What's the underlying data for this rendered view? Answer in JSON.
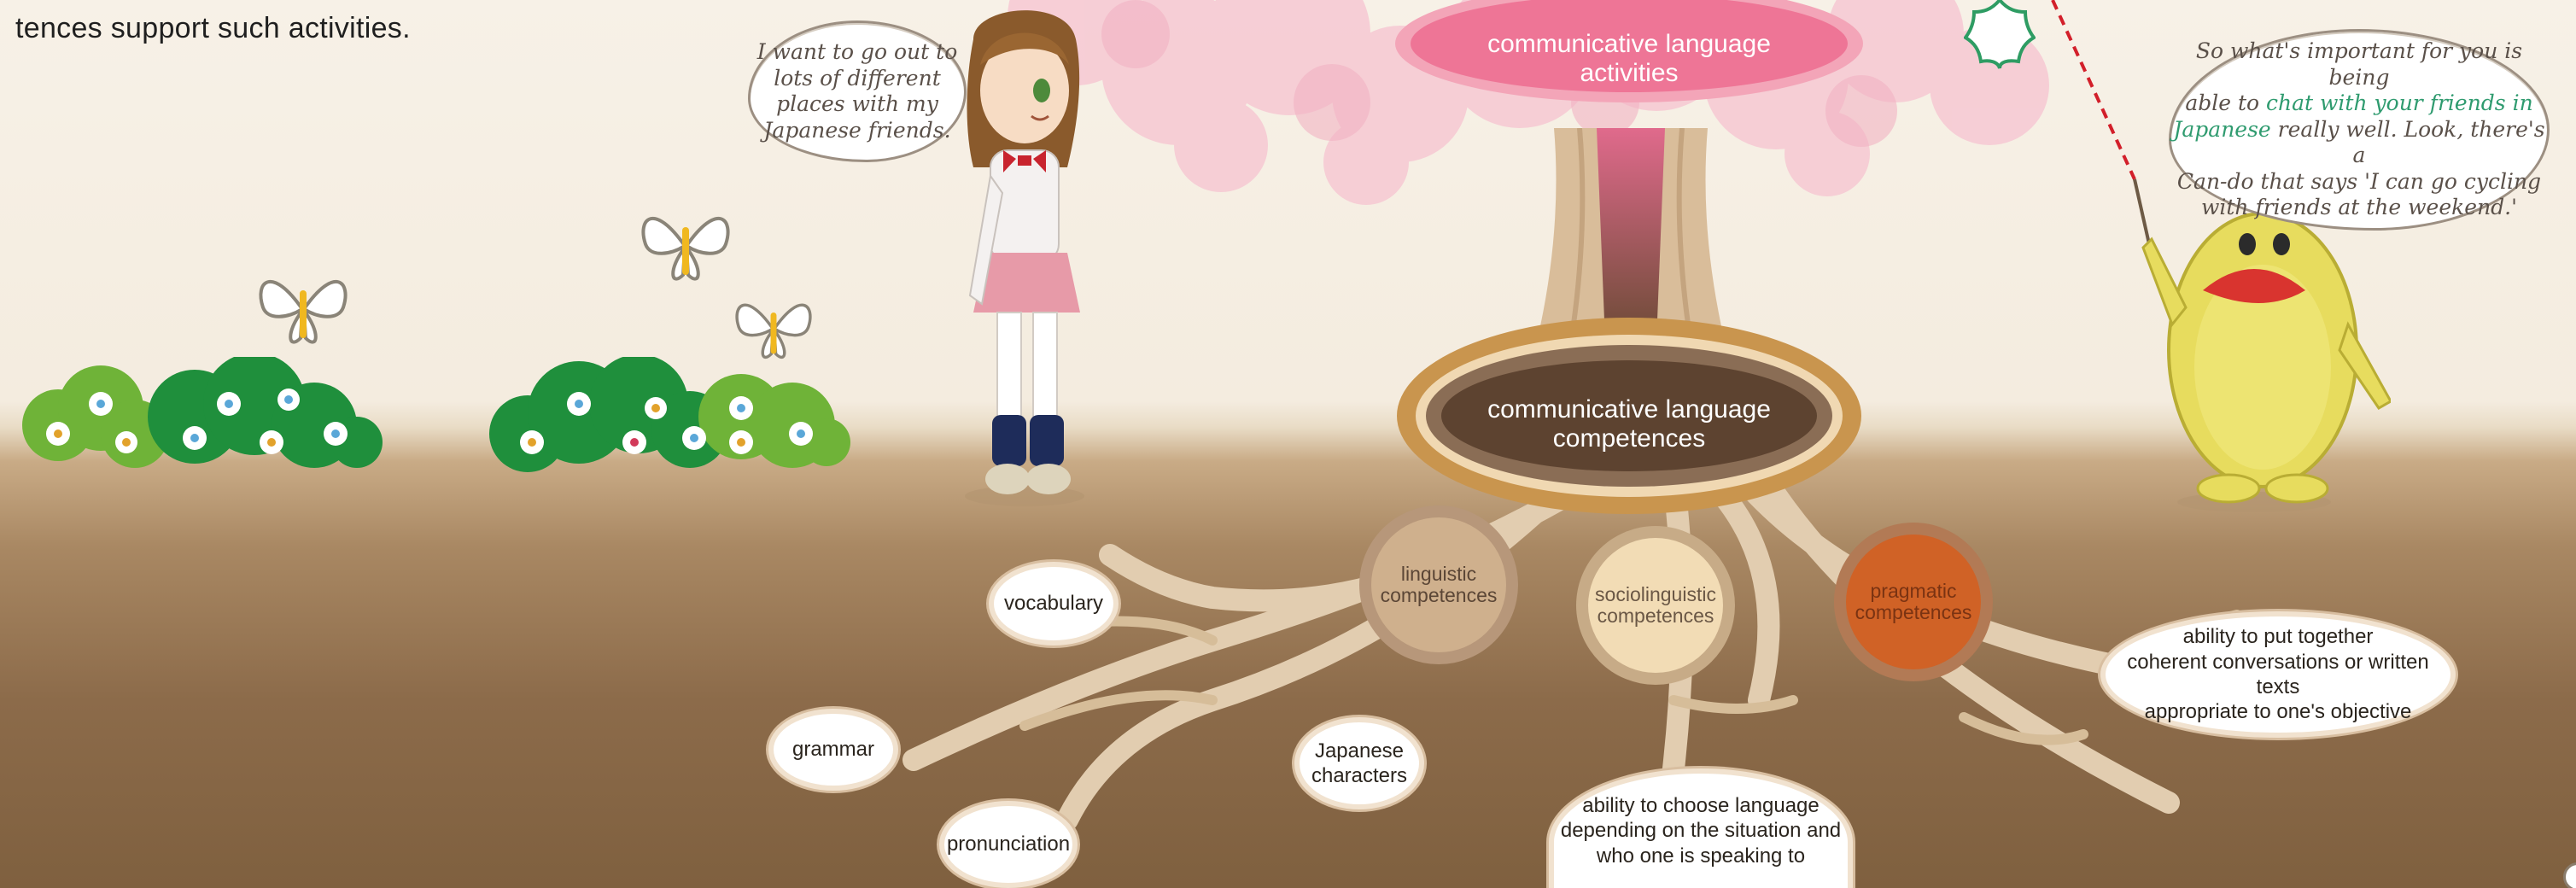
{
  "intro_text": "tences support such activities.",
  "tree": {
    "activities_label": "communicative language\nactivities",
    "competences_label": "communicative language\ncompetences"
  },
  "roots": [
    {
      "id": "linguistic",
      "label": "linguistic\ncompetences"
    },
    {
      "id": "sociolinguistic",
      "label": "sociolinguistic\ncompetences"
    },
    {
      "id": "pragmatic",
      "label": "pragmatic\ncompetences"
    }
  ],
  "clouds": {
    "vocabulary": "vocabulary",
    "grammar": "grammar",
    "pronunciation": "pronunciation",
    "japanese_characters": "Japanese\ncharacters",
    "sociolinguistic_desc": "ability to choose language\ndepending on the situation and\nwho one is speaking to",
    "pragmatic_desc": "ability to put together\ncoherent conversations or written texts\nappropriate to one's objective"
  },
  "speech": {
    "girl": "I want to go out to\nlots of different\nplaces with my\nJapanese friends.",
    "mascot_before": "So what's important for you is being\nable to ",
    "mascot_highlight": "chat with your friends in\nJapanese",
    "mascot_after": " really well. Look, there's a\nCan-do that says 'I can go cycling\nwith friends at the weekend.'"
  },
  "colors": {
    "activities_pink": "#ee7596",
    "competences_brown": "#5d4330",
    "linguistic_fill": "#cfb08d",
    "sociolinguistic_fill": "#f2dcb5",
    "pragmatic_fill": "#d06226",
    "highlight_green": "#2f9b6f"
  },
  "icons": [
    "butterfly-icon",
    "flower-icon",
    "sakura-outline-icon"
  ]
}
